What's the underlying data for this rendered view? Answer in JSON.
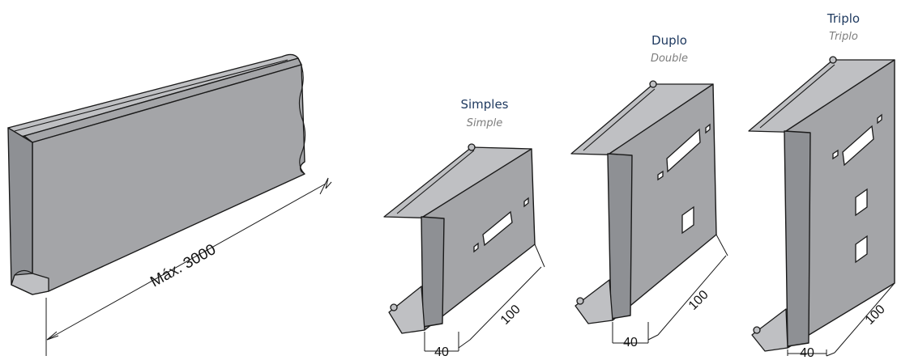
{
  "long_tray": {
    "dimension_label": "Máx. 3000"
  },
  "profiles": [
    {
      "key": "simples",
      "title": "Simples",
      "subtitle": "Simple",
      "width_label": "40",
      "depth_label": "100"
    },
    {
      "key": "duplo",
      "title": "Duplo",
      "subtitle": "Double",
      "width_label": "40",
      "depth_label": "100"
    },
    {
      "key": "triplo",
      "title": "Triplo",
      "subtitle": "Triplo",
      "width_label": "40",
      "depth_label": "100"
    }
  ],
  "colors": {
    "steel": "#a4a5a8",
    "title": "#1f3a60",
    "subtitle": "#7d7d7d"
  }
}
